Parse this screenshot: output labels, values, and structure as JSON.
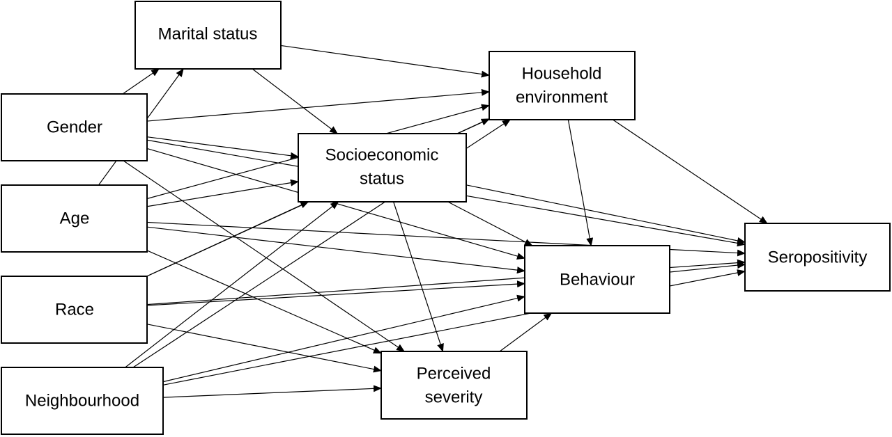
{
  "nodes": {
    "marital": {
      "lines": [
        "Marital status"
      ]
    },
    "household": {
      "lines": [
        "Household",
        "environment"
      ]
    },
    "gender": {
      "lines": [
        "Gender"
      ]
    },
    "ses": {
      "lines": [
        "Socioeconomic",
        "status"
      ]
    },
    "age": {
      "lines": [
        "Age"
      ]
    },
    "race": {
      "lines": [
        "Race"
      ]
    },
    "behaviour": {
      "lines": [
        "Behaviour"
      ]
    },
    "neighbourhood": {
      "lines": [
        "Neighbourhood"
      ]
    },
    "perceived": {
      "lines": [
        "Perceived",
        "severity"
      ]
    },
    "seropositivity": {
      "lines": [
        "Seropositivity"
      ]
    }
  },
  "edges": [
    [
      "gender",
      "marital"
    ],
    [
      "age",
      "marital"
    ],
    [
      "gender",
      "household"
    ],
    [
      "marital",
      "household"
    ],
    [
      "ses",
      "household"
    ],
    [
      "age",
      "household"
    ],
    [
      "race",
      "household"
    ],
    [
      "neighbourhood",
      "household"
    ],
    [
      "gender",
      "ses"
    ],
    [
      "age",
      "ses"
    ],
    [
      "race",
      "ses"
    ],
    [
      "neighbourhood",
      "ses"
    ],
    [
      "marital",
      "ses"
    ],
    [
      "gender",
      "behaviour"
    ],
    [
      "age",
      "behaviour"
    ],
    [
      "race",
      "behaviour"
    ],
    [
      "neighbourhood",
      "behaviour"
    ],
    [
      "ses",
      "behaviour"
    ],
    [
      "household",
      "behaviour"
    ],
    [
      "perceived",
      "behaviour"
    ],
    [
      "gender",
      "perceived"
    ],
    [
      "age",
      "perceived"
    ],
    [
      "race",
      "perceived"
    ],
    [
      "neighbourhood",
      "perceived"
    ],
    [
      "ses",
      "perceived"
    ],
    [
      "household",
      "seropositivity"
    ],
    [
      "ses",
      "seropositivity"
    ],
    [
      "behaviour",
      "seropositivity"
    ],
    [
      "gender",
      "seropositivity"
    ],
    [
      "age",
      "seropositivity"
    ],
    [
      "race",
      "seropositivity"
    ],
    [
      "neighbourhood",
      "seropositivity"
    ]
  ]
}
